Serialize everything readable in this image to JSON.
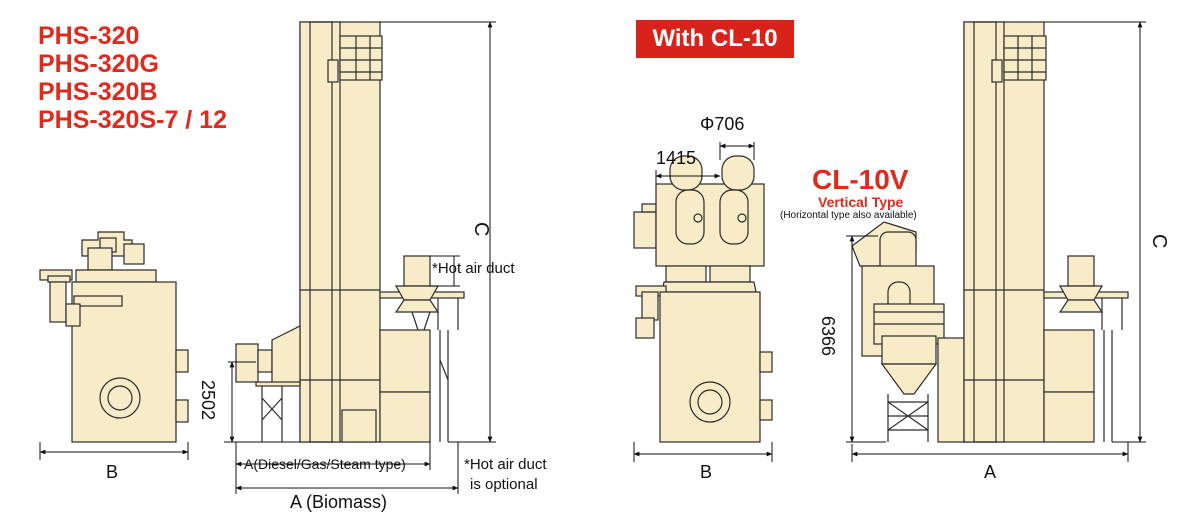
{
  "models": [
    "PHS-320",
    "PHS-320G",
    "PHS-320B",
    "PHS-320S-7 / 12"
  ],
  "badge": "With CL-10",
  "cl10": {
    "title": "CL-10V",
    "subtitle": "Vertical Type",
    "note": "(Horizontal type also available)"
  },
  "labels": {
    "hot_air_duct": "*Hot air duct",
    "optional_line1": "*Hot air duct",
    "optional_line2": "is optional",
    "a_diesel": "A(Diesel/Gas/Steam type)",
    "a_biomass": "A (Biomass)",
    "b_left": "B",
    "b_right": "B",
    "a_right": "A",
    "c_left": "C",
    "c_right": "C",
    "h2502": "2502",
    "h6366": "6366",
    "w1415": "1415",
    "phi706": "Φ706"
  },
  "colors": {
    "machine_fill": "#f7ebc8",
    "outline": "#2b2b2b",
    "accent_red": "#e12a1e",
    "badge_red": "#d8231b"
  }
}
